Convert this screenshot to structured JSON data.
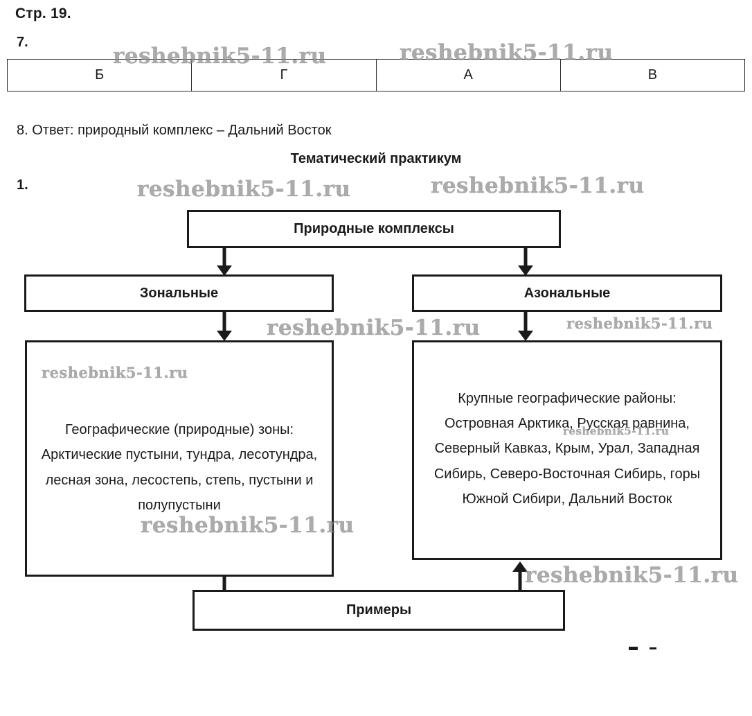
{
  "page": {
    "page_label": "Стр. 19.",
    "task7_number": "7.",
    "task1_number": "1.",
    "answer8": "8. Ответ: природный комплекс – Дальний Восток",
    "section_title": "Тематический практикум"
  },
  "answer_table": {
    "cells": [
      "Б",
      "Г",
      "А",
      "В"
    ]
  },
  "diagram": {
    "root": "Природные комплексы",
    "zonal": "Зональные",
    "azonal": "Азональные",
    "zones": "Географические (природные) зоны: Арктические пустыни, тундра, лесотундра, лесная зона, лесостепь, степь, пустыни и полупустыни",
    "regions": "Крупные географические районы: Островная Арктика, Русская равнина, Северный Кавказ, Крым, Урал, Западная Сибирь, Северо-Восточная Сибирь, горы Южной Сибири, Дальний Восток",
    "examples": "Примеры"
  },
  "watermark": {
    "text": "reshebnik5-11.ru"
  },
  "colors": {
    "ink": "#1a1a1a",
    "table_border": "#2b2b2b",
    "watermark": "#8c8c8c",
    "background": "#ffffff"
  }
}
